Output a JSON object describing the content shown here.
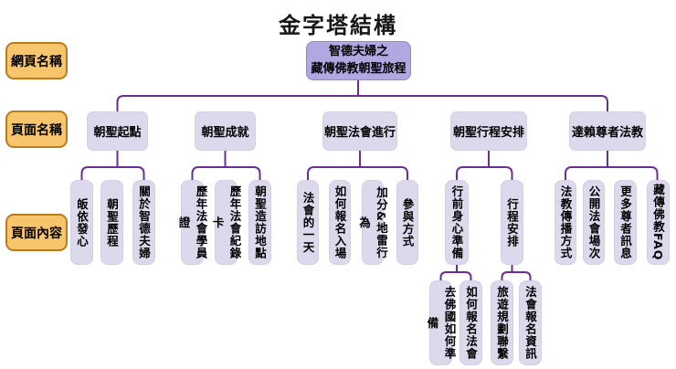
{
  "title": "金字塔結構",
  "legend": {
    "site_name": "網頁名稱",
    "page_name": "頁面名稱",
    "page_content": "頁面內容"
  },
  "root": {
    "line1": "智德夫婦之",
    "line2": "藏傳佛教朝聖旅程"
  },
  "branches": [
    {
      "label": "朝聖起點",
      "children": [
        {
          "label": "皈依發心"
        },
        {
          "label": "朝聖歷程"
        },
        {
          "label": "關於智德夫婦"
        }
      ]
    },
    {
      "label": "朝聖成就",
      "children": [
        {
          "label": "歷年法會學員證"
        },
        {
          "label": "歷年法會紀錄卡"
        },
        {
          "label": "朝聖造訪地點"
        }
      ]
    },
    {
      "label": "朝聖法會進行",
      "children": [
        {
          "label": "法會的一天"
        },
        {
          "label": "如何報名入場"
        },
        {
          "label": "加分&地雷行為"
        },
        {
          "label": "參與方式"
        }
      ]
    },
    {
      "label": "朝聖行程安排",
      "children": [
        {
          "label": "行前身心準備",
          "children": [
            {
              "label": "去佛國如何準備"
            },
            {
              "label": "如何報名法會"
            }
          ]
        },
        {
          "label": "行程安排",
          "children": [
            {
              "label": "旅遊規劃聯繫"
            },
            {
              "label": "法會報名資訊"
            }
          ]
        }
      ]
    },
    {
      "label": "達賴尊者法教",
      "children": [
        {
          "label": "法教傳播方式"
        },
        {
          "label": "公開法會場次"
        },
        {
          "label": "更多尊者訊息"
        },
        {
          "label": "藏傳佛教FAQ"
        }
      ]
    }
  ],
  "colors": {
    "connector_line": "#6b2d94",
    "root_fill": "#b2a8e1",
    "node_fill": "#dcd9ec",
    "row_label_fill": "#f7c56b",
    "row_label_border": "#b97c1e"
  }
}
